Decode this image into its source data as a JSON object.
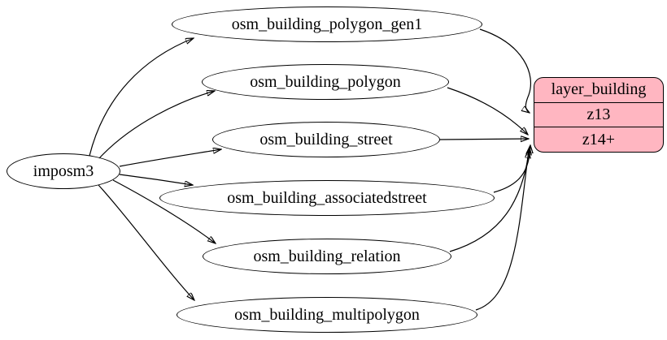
{
  "diagram": {
    "type": "graphviz-flow",
    "source_node": {
      "label": "imposm3"
    },
    "table_nodes": [
      {
        "label": "osm_building_polygon_gen1"
      },
      {
        "label": "osm_building_polygon"
      },
      {
        "label": "osm_building_street"
      },
      {
        "label": "osm_building_associatedstreet"
      },
      {
        "label": "osm_building_relation"
      },
      {
        "label": "osm_building_multipolygon"
      }
    ],
    "layer_node": {
      "title": "layer_building",
      "rows": [
        "z13",
        "z14+"
      ],
      "fill_color": "#ffb6c1",
      "border_color": "#000000"
    },
    "edge_color": "#000000",
    "edges": [
      {
        "from": "imposm3",
        "to": "osm_building_polygon_gen1"
      },
      {
        "from": "imposm3",
        "to": "osm_building_polygon"
      },
      {
        "from": "imposm3",
        "to": "osm_building_street"
      },
      {
        "from": "imposm3",
        "to": "osm_building_associatedstreet"
      },
      {
        "from": "imposm3",
        "to": "osm_building_relation"
      },
      {
        "from": "imposm3",
        "to": "osm_building_multipolygon"
      },
      {
        "from": "osm_building_polygon_gen1",
        "to": "layer_building.z13"
      },
      {
        "from": "osm_building_polygon",
        "to": "layer_building.z14+"
      },
      {
        "from": "osm_building_street",
        "to": "layer_building.z14+"
      },
      {
        "from": "osm_building_associatedstreet",
        "to": "layer_building.z14+"
      },
      {
        "from": "osm_building_relation",
        "to": "layer_building.z14+"
      },
      {
        "from": "osm_building_multipolygon",
        "to": "layer_building.z14+"
      }
    ]
  }
}
